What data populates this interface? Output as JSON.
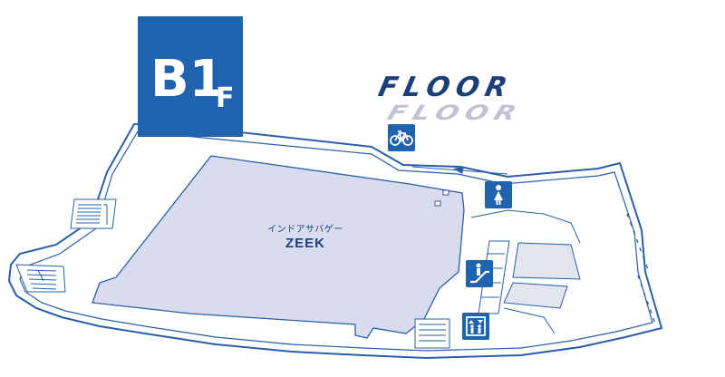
{
  "floor_badge": {
    "number": "B1",
    "unit": "F"
  },
  "floor_word": "FLOOR",
  "shop": {
    "name_kana": "インドアサバゲー",
    "name": "ZEEK"
  },
  "icons": [
    "bicycle-parking-icon",
    "womens-restroom-icon",
    "escalator-icon",
    "elevator-icon"
  ],
  "colors": {
    "brand_blue": "#1f63ae",
    "outline_blue": "#2a5fa8",
    "shop_fill": "#d8dcee",
    "room_fill": "#e2e4ef"
  }
}
